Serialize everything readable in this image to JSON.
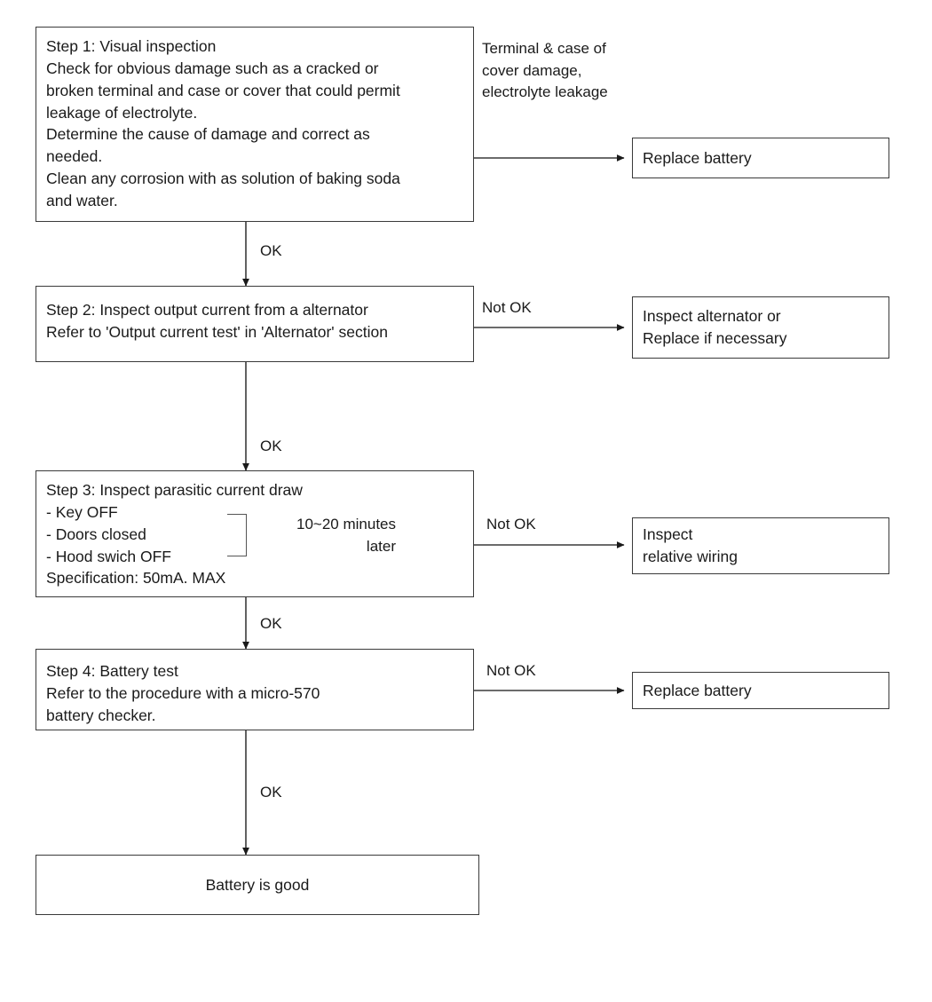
{
  "diagram": {
    "title": "Battery diagnostic flowchart",
    "line_color": "#3a3a3a",
    "text_color": "#1a1a1a",
    "background": "#ffffff"
  },
  "steps": [
    {
      "id": "step1",
      "text": "Step 1: Visual inspection\nCheck for obvious damage such as a cracked or\nbroken terminal and case or cover that could permit\nleakage of electrolyte.\nDetermine the cause of damage and correct as\nneeded.\nClean any corrosion with as solution of baking soda\nand water."
    },
    {
      "id": "step2",
      "text": "Step 2: Inspect output current from a alternator\nRefer to 'Output current test' in 'Alternator' section"
    },
    {
      "id": "step3",
      "text": "Step 3: Inspect parasitic current draw\n - Key OFF\n - Doors closed\n - Hood swich OFF\n   Specification: 50mA. MAX",
      "side_note": "10~20 minutes\nlater"
    },
    {
      "id": "step4",
      "text": "Step 4: Battery test\nRefer to the procedure with a micro-570\nbattery checker."
    }
  ],
  "outcomes": [
    {
      "id": "outcome1",
      "text": "Replace battery"
    },
    {
      "id": "outcome2",
      "text": "Inspect alternator or\nReplace if necessary"
    },
    {
      "id": "outcome3",
      "text": "Inspect\nrelative wiring"
    },
    {
      "id": "outcome4",
      "text": "Replace battery"
    }
  ],
  "final": {
    "id": "final",
    "text": "Battery is good"
  },
  "branch_labels": {
    "step1_fail": "Terminal  &  case of\ncover damage,\nelectrolyte leakage",
    "step2_fail": "Not OK",
    "step3_fail": "Not OK",
    "step4_fail": "Not OK",
    "ok1": "OK",
    "ok2": "OK",
    "ok3": "OK",
    "ok4": "OK"
  }
}
